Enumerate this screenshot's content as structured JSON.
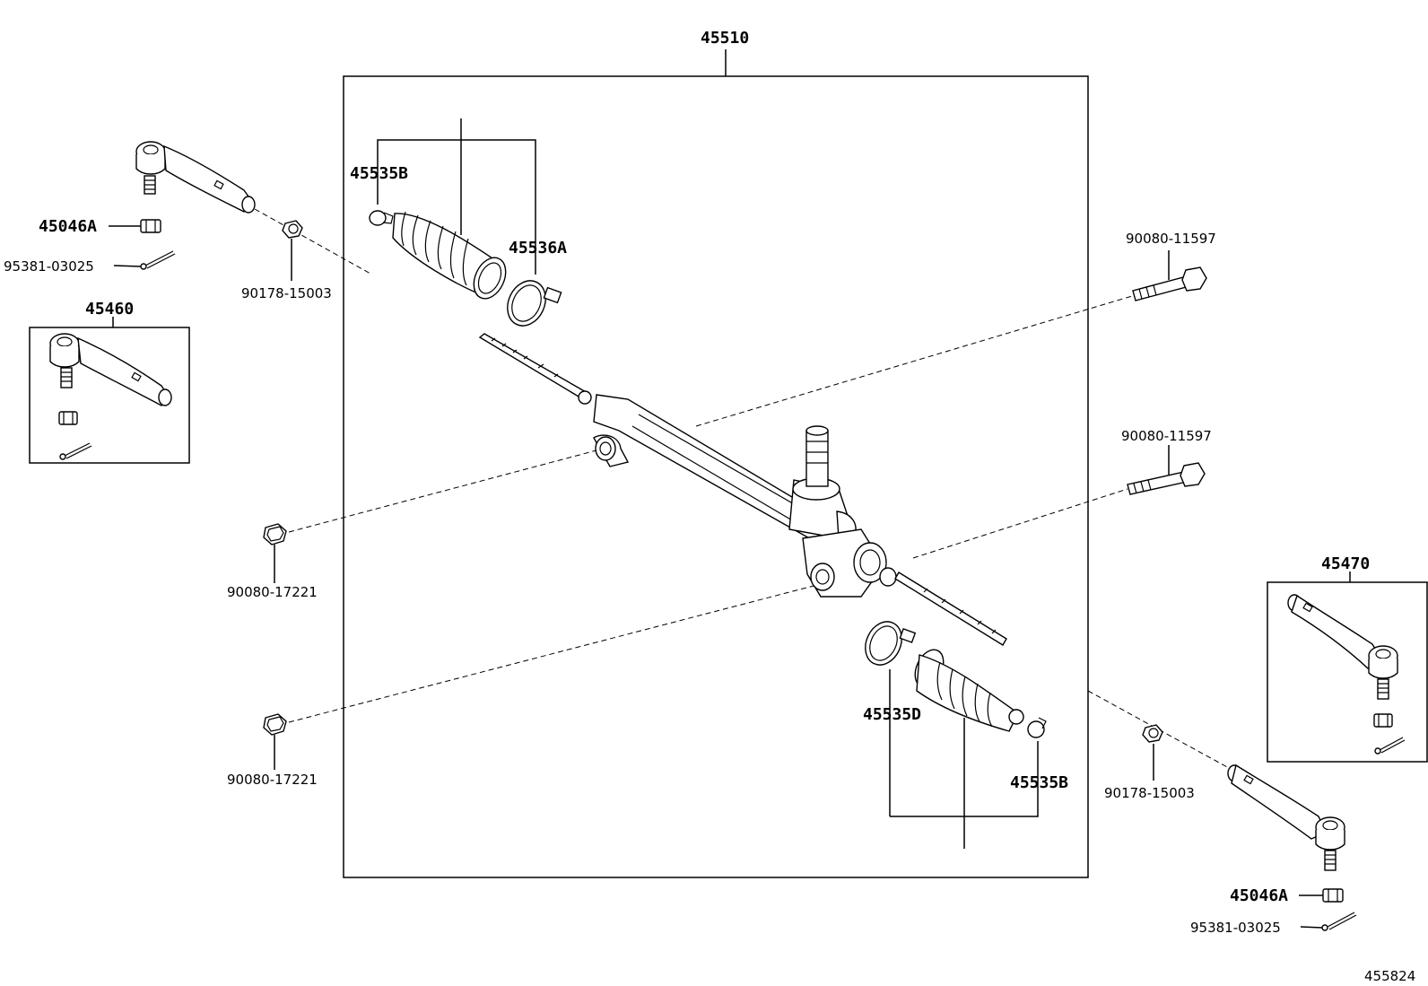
{
  "labels": {
    "rack_assembly": "45510",
    "boot_clamp_upper": "45535B",
    "boot_band_upper": "45536A",
    "nut_left": "45046A",
    "cotter_pin_left": "95381-03025",
    "nut_lock_left": "90178-15003",
    "tie_rod_end_left": "45460",
    "bolt_upper": "90080-11597",
    "bolt_lower": "90080-11597",
    "grommet_upper": "90080-17221",
    "grommet_lower": "90080-17221",
    "tie_rod_end_right": "45470",
    "boot_lower": "45535D",
    "boot_clamp_lower": "45535B",
    "nut_lock_right": "90178-15003",
    "nut_right": "45046A",
    "cotter_pin_right": "95381-03025",
    "diagram_ref": "455824"
  }
}
